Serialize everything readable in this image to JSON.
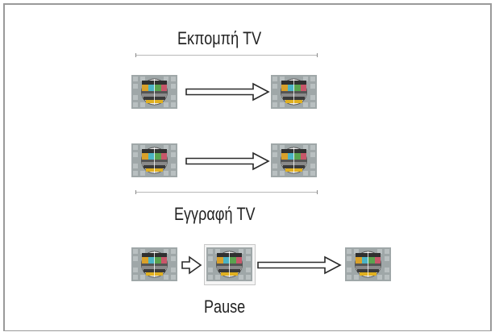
{
  "figure": {
    "broadcast_label": "Εκπομπή TV",
    "recording_label": "Εγγραφή TV",
    "pause_label": "Pause"
  },
  "icons": {
    "tv_test_card": "tv-test-card-icon",
    "arrow": "arrow-right-icon"
  },
  "colors": {
    "frame_border": "#9a9a9a",
    "arrow_stroke": "#2a2a2a",
    "text": "#222222"
  }
}
